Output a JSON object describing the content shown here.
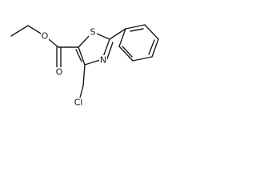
{
  "molecule": {
    "atoms": {
      "ester_o": "O",
      "carbonyl_o": "O",
      "s": "S",
      "n": "N",
      "cl": "Cl"
    }
  }
}
